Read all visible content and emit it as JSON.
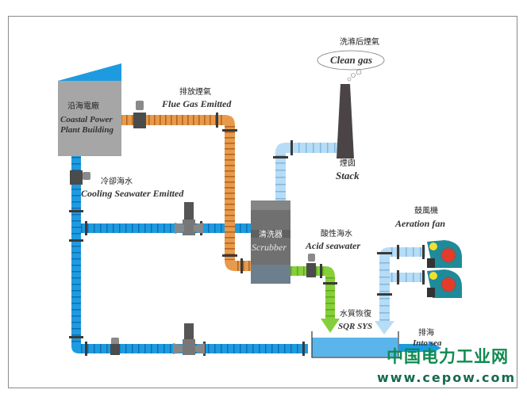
{
  "diagram": {
    "title": "Seawater Flue Gas Desulfurization Process",
    "components": {
      "power_plant": {
        "label_cn": "沿海電廠",
        "label_en_1": "Coastal Power",
        "label_en_2": "Plant Building"
      },
      "flue_gas": {
        "label_cn": "排放煙氣",
        "label_en": "Flue Gas Emitted"
      },
      "cooling_seawater": {
        "label_cn": "冷卻海水",
        "label_en": "Cooling Seawater  Emitted"
      },
      "scrubber": {
        "label_cn": "清洗器",
        "label_en": "Scrubber"
      },
      "stack": {
        "label_cn": "煙囱",
        "label_en": "Stack"
      },
      "clean_gas": {
        "label_cn": "洗滌后煙氣",
        "label_en": "Clean gas"
      },
      "acid_seawater": {
        "label_cn": "酸性海水",
        "label_en": "Acid seawater"
      },
      "aeration_fan": {
        "label_cn": "鼓風機",
        "label_en": "Aeration fan"
      },
      "sqr": {
        "label_cn": "水質恢復",
        "label_en": "SQR SYS"
      },
      "into_sea": {
        "label_cn": "排海",
        "label_en": "Into sea"
      }
    },
    "colors": {
      "seawater_pipe": "#1e9be0",
      "flue_gas_pipe": "#e08a3c",
      "clean_gas_pipe": "#a9d4f2",
      "acid_pipe": "#7cc832",
      "building": "#a6a6a6",
      "roof": "#1e9be0",
      "stack": "#4a4446"
    }
  },
  "watermark": {
    "line1": "中国电力工业网",
    "line2": "www.cepow.com"
  }
}
